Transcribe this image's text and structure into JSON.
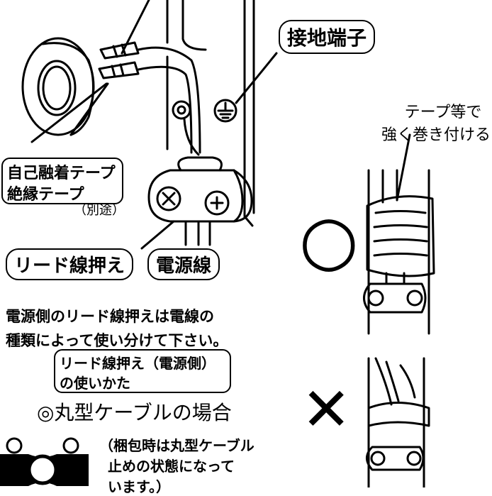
{
  "labels": {
    "ground_terminal": "接地端子",
    "tape_instruction": [
      "テープ等で",
      "強く巻き付ける"
    ],
    "self_fusing_tape": "自己融着テープ",
    "insulation_tape": "絶縁テープ",
    "sold_separately": "（別途）",
    "lead_clamp": "リード線押え",
    "power_line": "電源線",
    "note": [
      "電源側のリード線押えは電線の",
      "種類によって使い分けて下さい。"
    ],
    "usage_title": [
      "リード線押え（電源側）",
      "の使いかた"
    ],
    "round_cable_case": "◎丸型ケーブルの場合",
    "packing_note": [
      "（梱包時は丸型ケーブル",
      "止めの状態になって",
      "います。）"
    ]
  },
  "symbols": {
    "correct": "○",
    "incorrect": "✕"
  }
}
